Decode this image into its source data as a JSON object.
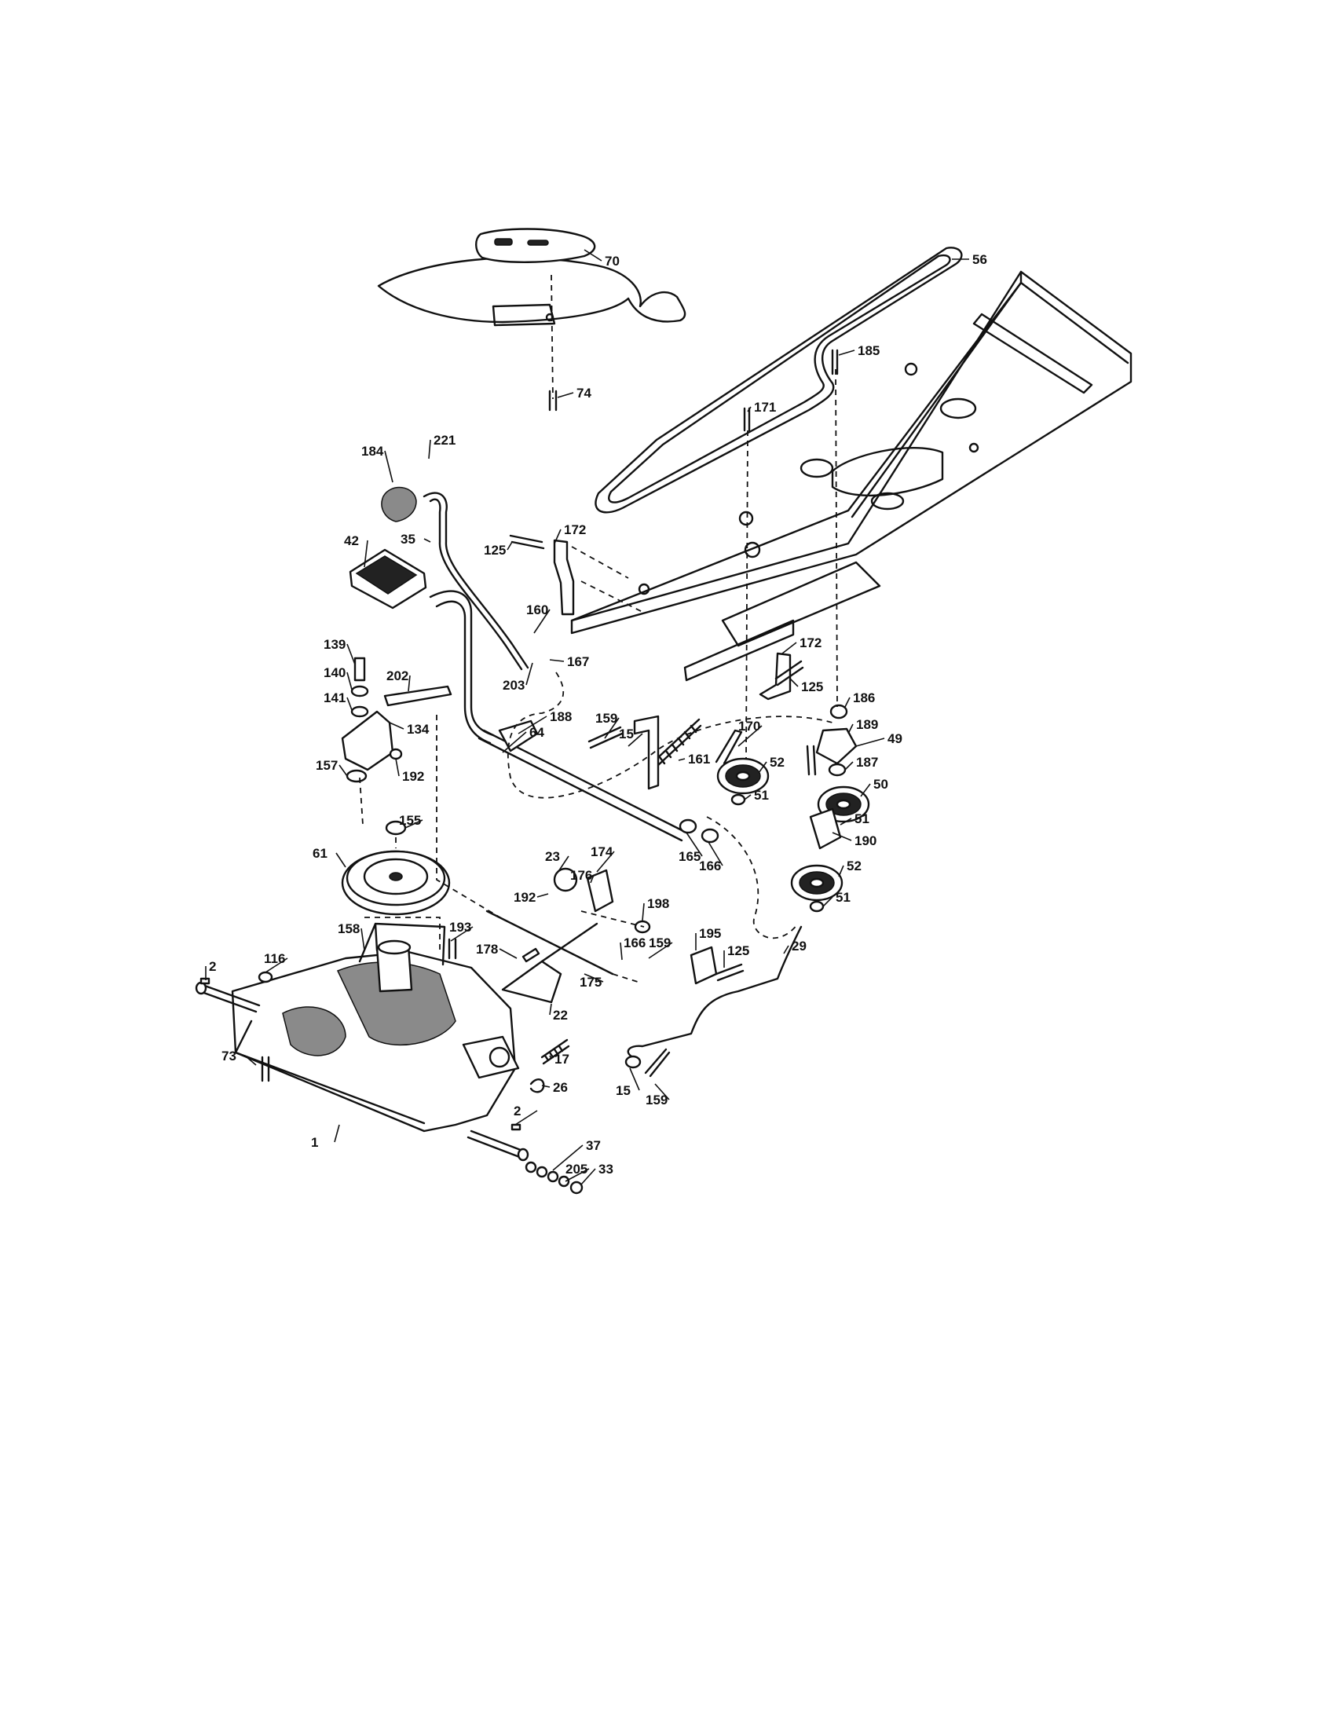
{
  "callouts": [
    {
      "id": "70",
      "label": "70"
    },
    {
      "id": "56",
      "label": "56"
    },
    {
      "id": "185",
      "label": "185"
    },
    {
      "id": "74",
      "label": "74"
    },
    {
      "id": "171",
      "label": "171"
    },
    {
      "id": "221",
      "label": "221"
    },
    {
      "id": "184",
      "label": "184"
    },
    {
      "id": "35",
      "label": "35"
    },
    {
      "id": "172a",
      "label": "172"
    },
    {
      "id": "42",
      "label": "42"
    },
    {
      "id": "125a",
      "label": "125"
    },
    {
      "id": "160",
      "label": "160"
    },
    {
      "id": "167",
      "label": "167"
    },
    {
      "id": "203",
      "label": "203"
    },
    {
      "id": "172b",
      "label": "172"
    },
    {
      "id": "139",
      "label": "139"
    },
    {
      "id": "202",
      "label": "202"
    },
    {
      "id": "140",
      "label": "140"
    },
    {
      "id": "125b",
      "label": "125"
    },
    {
      "id": "186",
      "label": "186"
    },
    {
      "id": "141",
      "label": "141"
    },
    {
      "id": "134",
      "label": "134"
    },
    {
      "id": "188",
      "label": "188"
    },
    {
      "id": "159a",
      "label": "159"
    },
    {
      "id": "170",
      "label": "170"
    },
    {
      "id": "189",
      "label": "189"
    },
    {
      "id": "64",
      "label": "64"
    },
    {
      "id": "15a",
      "label": "15"
    },
    {
      "id": "49",
      "label": "49"
    },
    {
      "id": "157",
      "label": "157"
    },
    {
      "id": "192a",
      "label": "192"
    },
    {
      "id": "161",
      "label": "161"
    },
    {
      "id": "52a",
      "label": "52"
    },
    {
      "id": "187",
      "label": "187"
    },
    {
      "id": "50",
      "label": "50"
    },
    {
      "id": "51a",
      "label": "51"
    },
    {
      "id": "155",
      "label": "155"
    },
    {
      "id": "51b",
      "label": "51"
    },
    {
      "id": "165",
      "label": "165"
    },
    {
      "id": "190",
      "label": "190"
    },
    {
      "id": "166a",
      "label": "166"
    },
    {
      "id": "61",
      "label": "61"
    },
    {
      "id": "23",
      "label": "23"
    },
    {
      "id": "174",
      "label": "174"
    },
    {
      "id": "52b",
      "label": "52"
    },
    {
      "id": "192b",
      "label": "192"
    },
    {
      "id": "176",
      "label": "176"
    },
    {
      "id": "51c",
      "label": "51"
    },
    {
      "id": "198",
      "label": "198"
    },
    {
      "id": "158",
      "label": "158"
    },
    {
      "id": "193",
      "label": "193"
    },
    {
      "id": "166b",
      "label": "166"
    },
    {
      "id": "159b",
      "label": "159"
    },
    {
      "id": "195",
      "label": "195"
    },
    {
      "id": "178",
      "label": "178"
    },
    {
      "id": "29",
      "label": "29"
    },
    {
      "id": "2a",
      "label": "2"
    },
    {
      "id": "116",
      "label": "116"
    },
    {
      "id": "125c",
      "label": "125"
    },
    {
      "id": "175",
      "label": "175"
    },
    {
      "id": "22",
      "label": "22"
    },
    {
      "id": "73",
      "label": "73"
    },
    {
      "id": "17",
      "label": "17"
    },
    {
      "id": "26",
      "label": "26"
    },
    {
      "id": "15b",
      "label": "15"
    },
    {
      "id": "159c",
      "label": "159"
    },
    {
      "id": "2b",
      "label": "2"
    },
    {
      "id": "37",
      "label": "37"
    },
    {
      "id": "1",
      "label": "1"
    },
    {
      "id": "205",
      "label": "205"
    },
    {
      "id": "33",
      "label": "33"
    }
  ]
}
